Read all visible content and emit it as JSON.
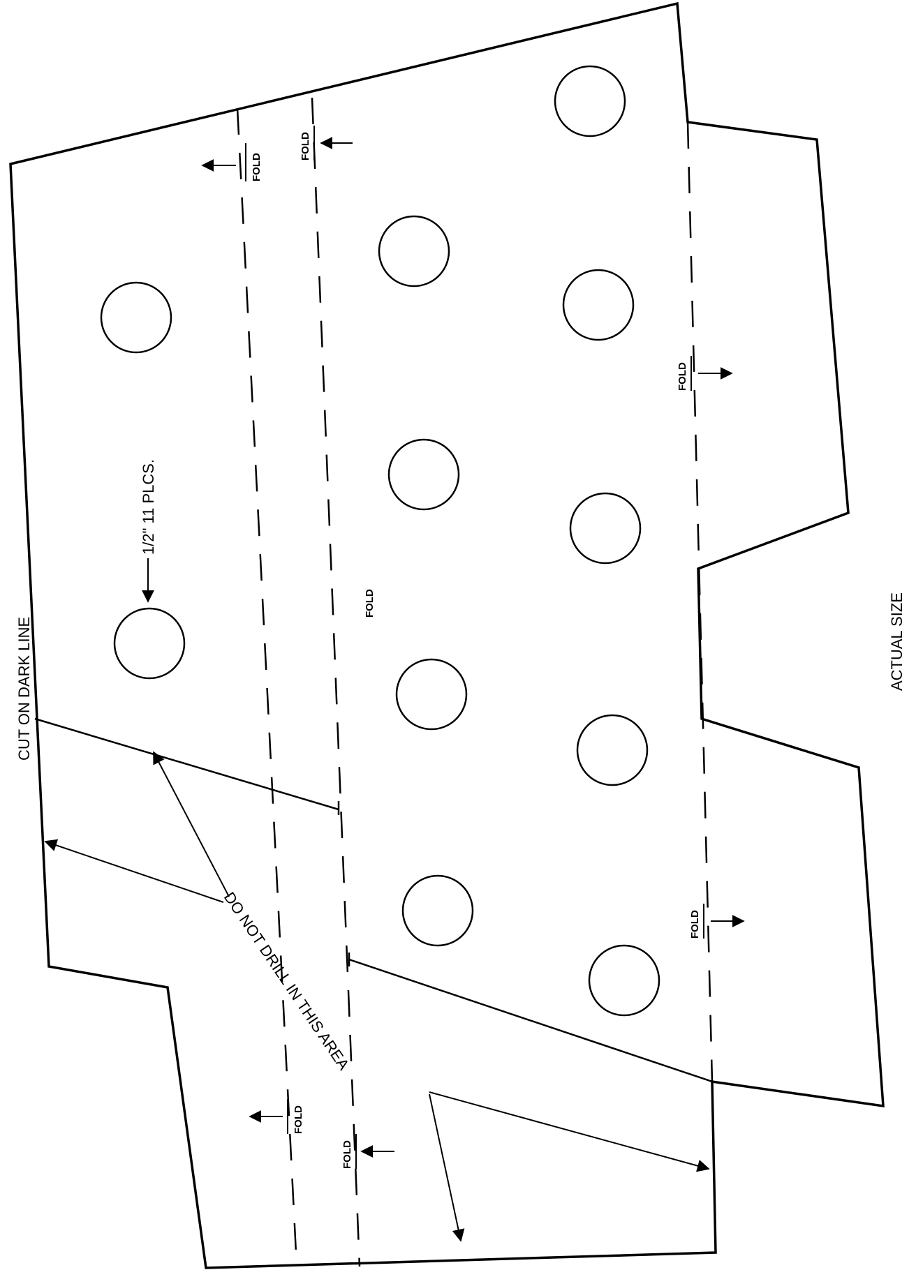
{
  "labels": {
    "cut_on_dark_line": "CUT ON DARK LINE",
    "hole_spec": "1/2\" 11 PLCS.",
    "do_not_drill": "DO NOT DRILL IN THIS AREA",
    "actual_size": "ACTUAL SIZE",
    "fold": "FOLD"
  },
  "holes": {
    "count": 11,
    "diameter": "1/2\""
  }
}
